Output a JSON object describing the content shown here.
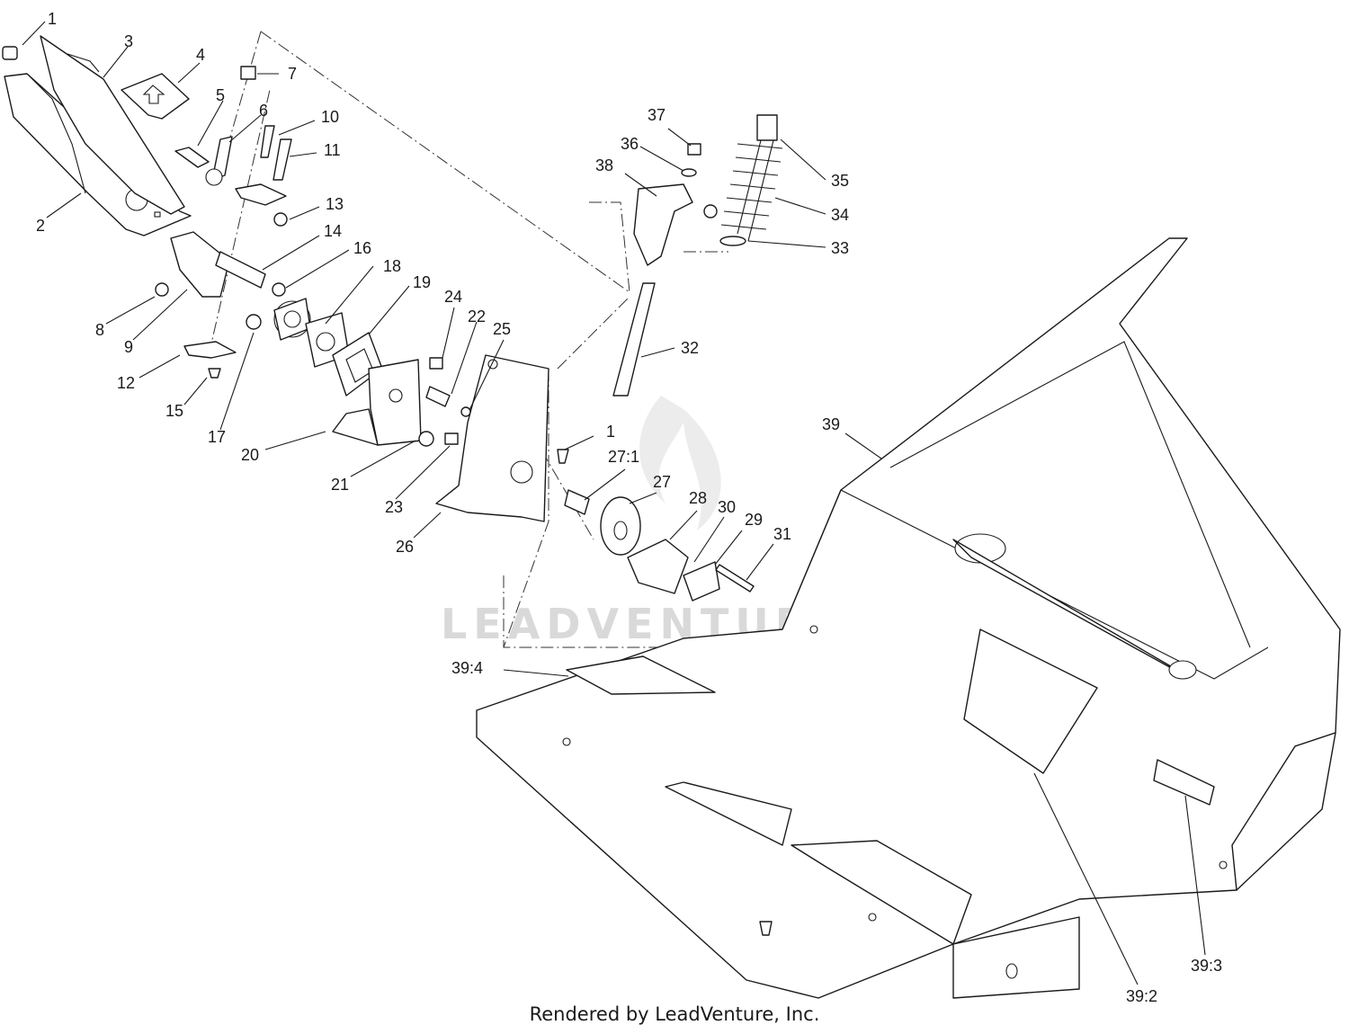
{
  "watermark": "LEADVENTURE",
  "footer": "Rendered by LeadVenture, Inc.",
  "callouts": [
    "1",
    "2",
    "3",
    "4",
    "5",
    "6",
    "7",
    "8",
    "9",
    "10",
    "11",
    "12",
    "13",
    "14",
    "15",
    "16",
    "17",
    "18",
    "19",
    "20",
    "21",
    "22",
    "23",
    "24",
    "25",
    "26",
    "27",
    "27:1",
    "28",
    "29",
    "30",
    "31",
    "32",
    "33",
    "34",
    "35",
    "36",
    "37",
    "38",
    "39",
    "39:2",
    "39:3",
    "39:4",
    "1"
  ]
}
